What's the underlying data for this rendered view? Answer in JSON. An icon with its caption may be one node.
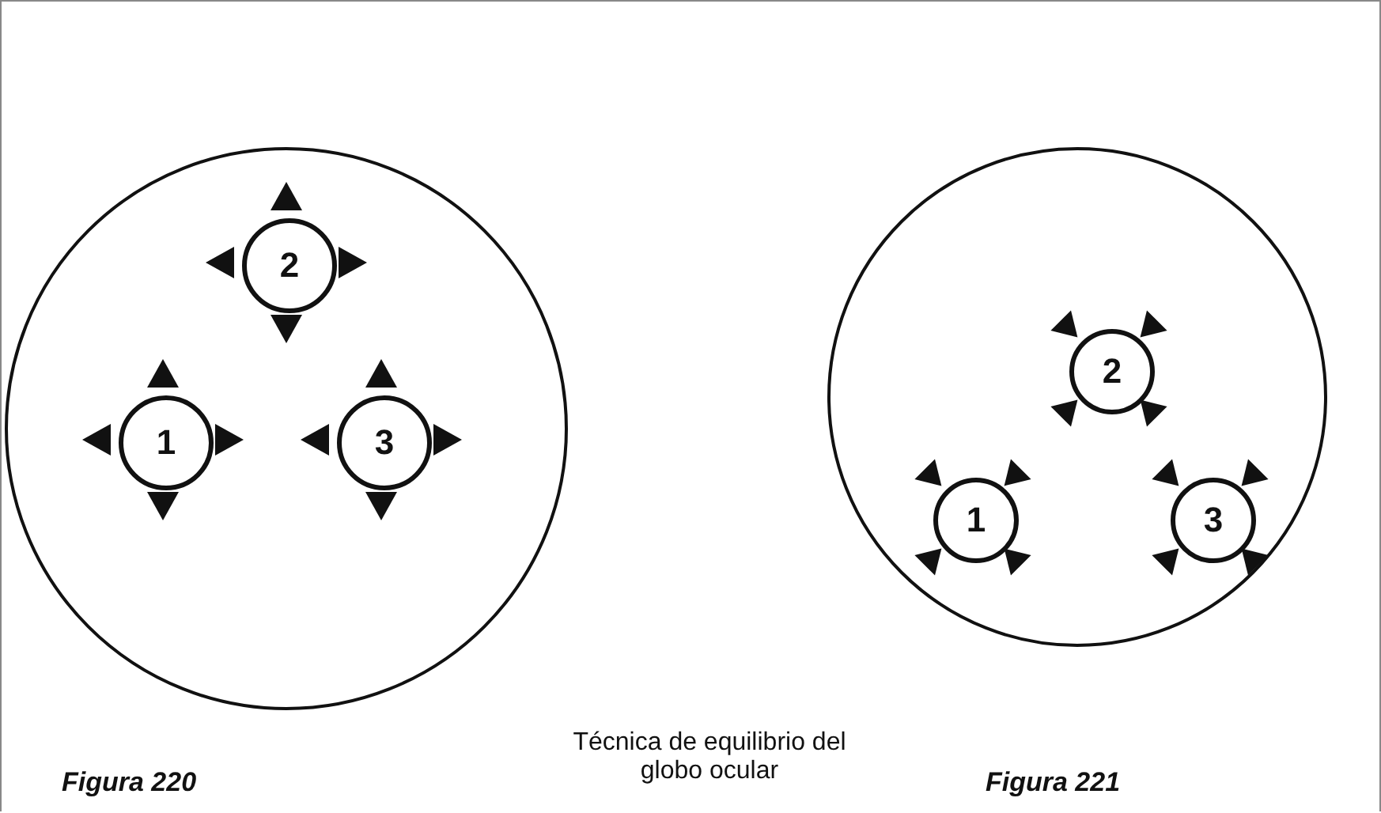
{
  "diagram": {
    "nodes": [
      {
        "text": [],
        "shape": "circle"
      },
      {
        "text": [
          "2"
        ],
        "in": 0
      },
      {
        "text": [
          "1"
        ],
        "in": 0
      },
      {
        "text": [
          "3"
        ],
        "in": 0
      },
      {
        "text": [],
        "shape": "circle"
      },
      {
        "text": [
          "2"
        ],
        "in": 4
      },
      {
        "text": [
          "1"
        ],
        "in": 4
      },
      {
        "text": [
          "3"
        ],
        "in": 4
      }
    ],
    "labels": [
      "Técnica de equilibrio del globo ocular",
      "Figura 220",
      "Figura 221"
    ]
  }
}
